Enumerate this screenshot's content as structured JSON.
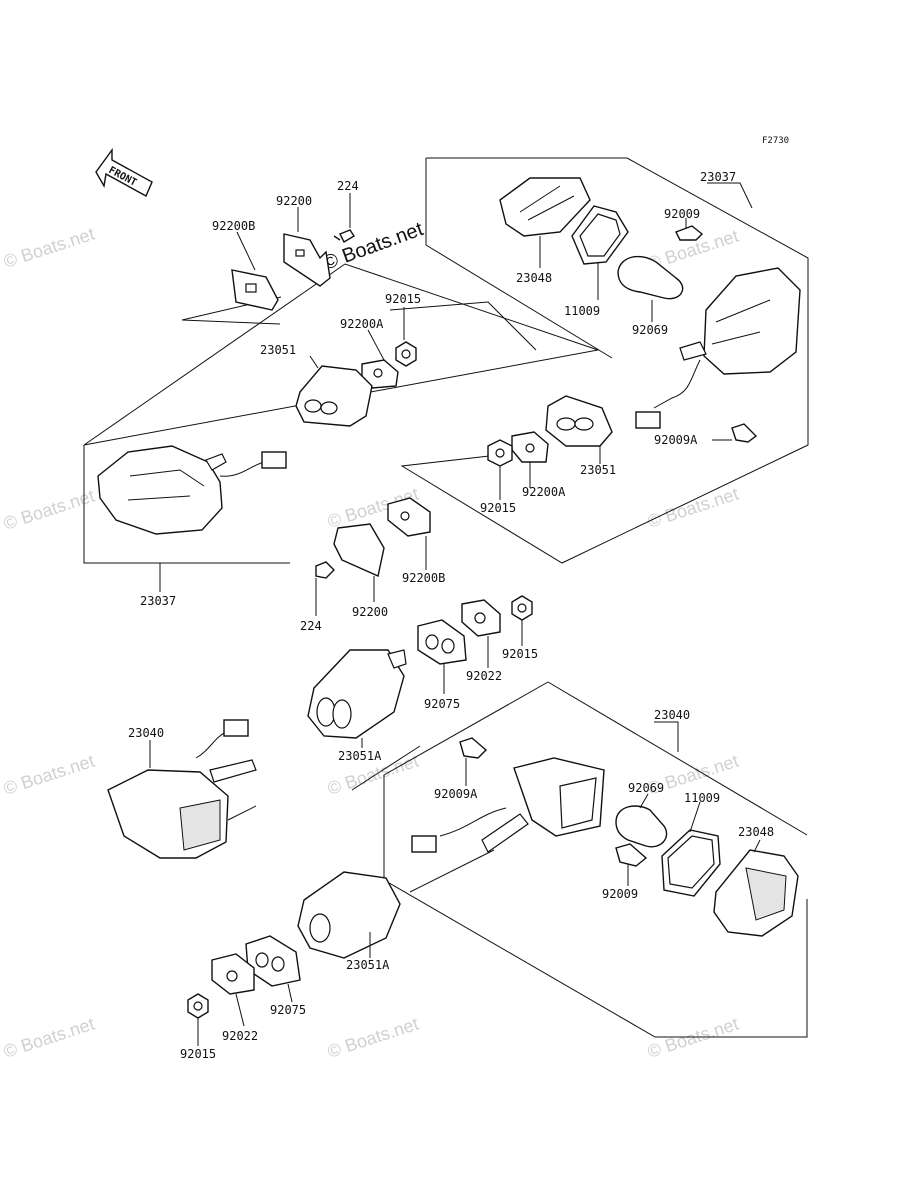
{
  "diagram_code": "F2730",
  "front_arrow_text": "FRONT",
  "watermark_text": "© Boats.net",
  "labels": {
    "p92200B_top": "92200B",
    "p92200_top": "92200",
    "p224_top": "224",
    "p92015_top": "92015",
    "p92200A_top": "92200A",
    "p23051_top": "23051",
    "p23037_left": "23037",
    "p23037_right": "23037",
    "p23048_top": "23048",
    "p11009_top": "11009",
    "p92009_top": "92009",
    "p92069_top": "92069",
    "p92009A_right": "92009A",
    "p23051_right": "23051",
    "p92200A_mid": "92200A",
    "p92015_mid": "92015",
    "p92200B_mid": "92200B",
    "p92200_mid": "92200",
    "p224_mid": "224",
    "p92015_rear": "92015",
    "p92022_rear": "92022",
    "p92075_rear": "92075",
    "p23051A_mid": "23051A",
    "p23040_left": "23040",
    "p23040_right": "23040",
    "p92009A_lower": "92009A",
    "p92069_lower": "92069",
    "p11009_lower": "11009",
    "p23048_lower": "23048",
    "p92009_lower": "92009",
    "p23051A_low": "23051A",
    "p92075_low": "92075",
    "p92022_low": "92022",
    "p92015_low": "92015"
  }
}
